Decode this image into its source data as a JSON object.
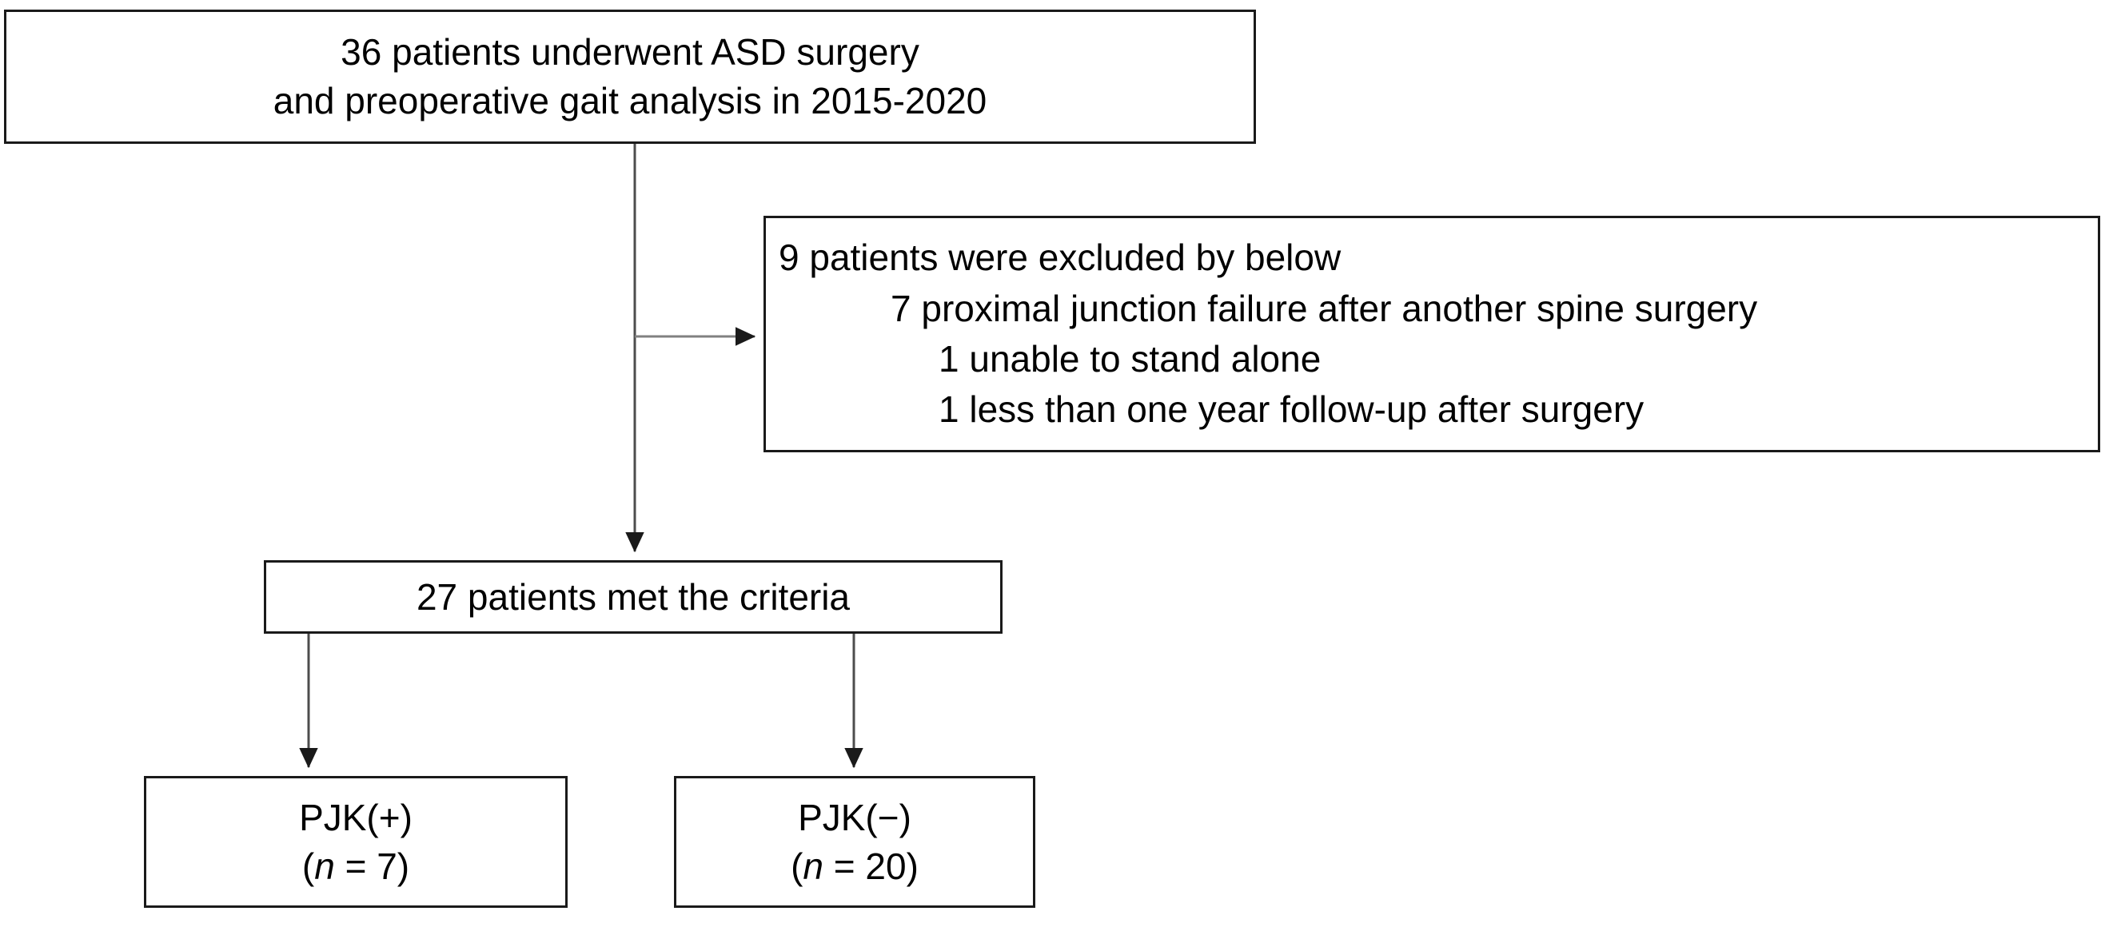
{
  "figure": {
    "type": "patient-flow-diagram",
    "nodes": {
      "enrolled": {
        "line1": "36 patients underwent ASD surgery",
        "line2": "and preoperative gait analysis in 2015-2020"
      },
      "excluded": {
        "line1": "9 patients were excluded by below",
        "line2": "7 proximal junction failure after another spine surgery",
        "line3": "1 unable to stand alone",
        "line4": "1 less than one year follow-up after surgery"
      },
      "criteria": {
        "line1": "27 patients met the criteria"
      },
      "pjk_positive": {
        "line1": "PJK(+)",
        "n_prefix": "(",
        "n_symbol": "n",
        "n_value": " = 7)"
      },
      "pjk_negative": {
        "line1": "PJK(−)",
        "n_prefix": "(",
        "n_symbol": "n",
        "n_value": " = 20)"
      }
    },
    "colors": {
      "border": "#1a1a1a",
      "connector": "#4d4d4d",
      "background": "#ffffff",
      "text": "#000000"
    }
  }
}
